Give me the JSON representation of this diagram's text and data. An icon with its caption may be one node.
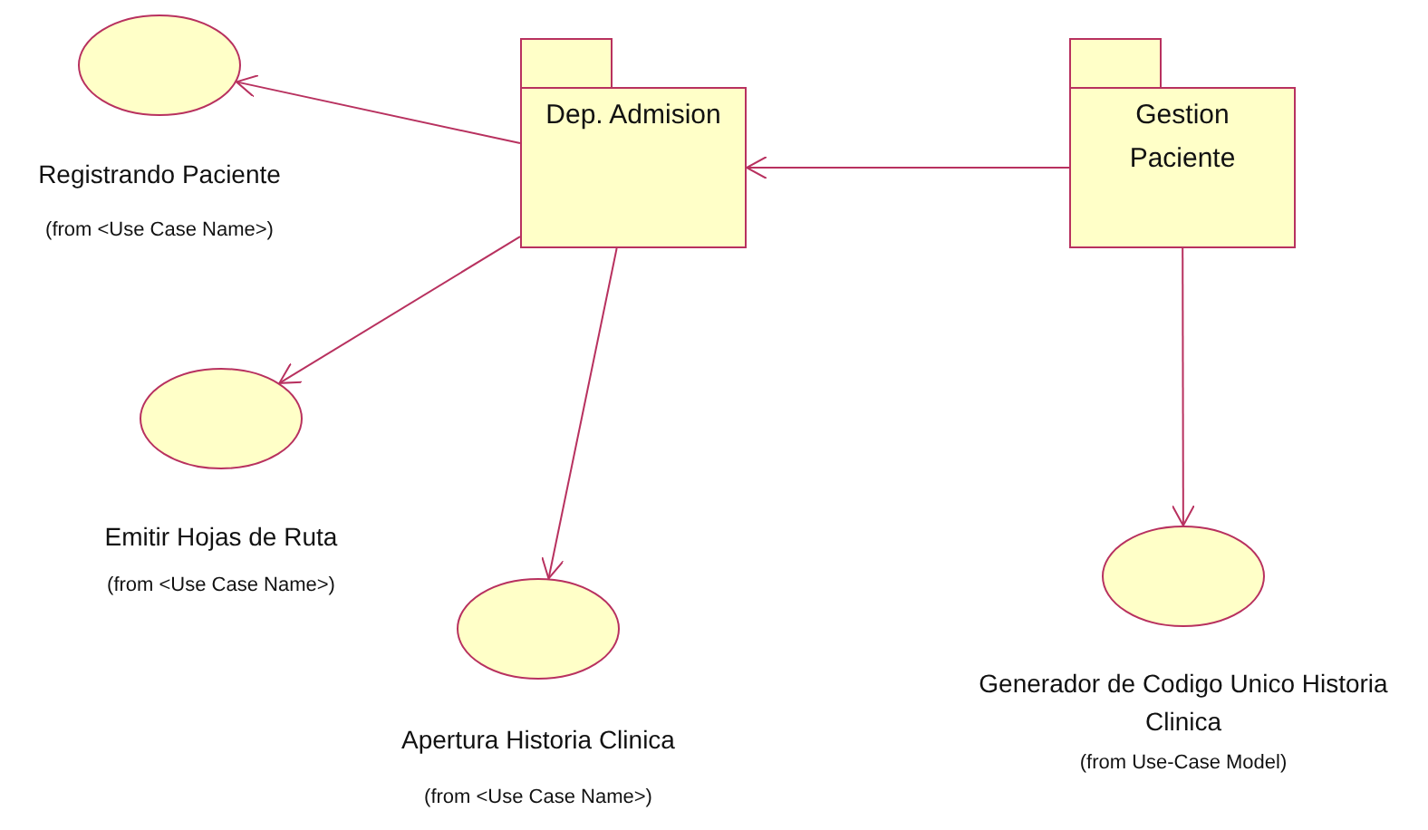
{
  "diagram": {
    "nodes": [
      {
        "text": [
          "Registrando Paciente",
          "(from <Use Case Name>)"
        ]
      },
      {
        "text": [
          "Dep. Admision"
        ]
      },
      {
        "text": [
          "Gestion Paciente"
        ]
      },
      {
        "text": [
          "Emitir Hojas de Ruta",
          "(from <Use Case Name>)"
        ]
      },
      {
        "text": [
          "Apertura Historia Clinica",
          "(from <Use Case Name>)"
        ]
      },
      {
        "text": [
          "Generador de Codigo Unico Historia Clinica",
          "(from Use-Case Model)"
        ]
      }
    ],
    "edges": [
      {
        "from": 1,
        "to": 0,
        "arrow": "to"
      },
      {
        "from": 2,
        "to": 1,
        "arrow": "to"
      },
      {
        "from": 1,
        "to": 3,
        "arrow": "to"
      },
      {
        "from": 1,
        "to": 4,
        "arrow": "to"
      },
      {
        "from": 2,
        "to": 5,
        "arrow": "to"
      }
    ]
  }
}
